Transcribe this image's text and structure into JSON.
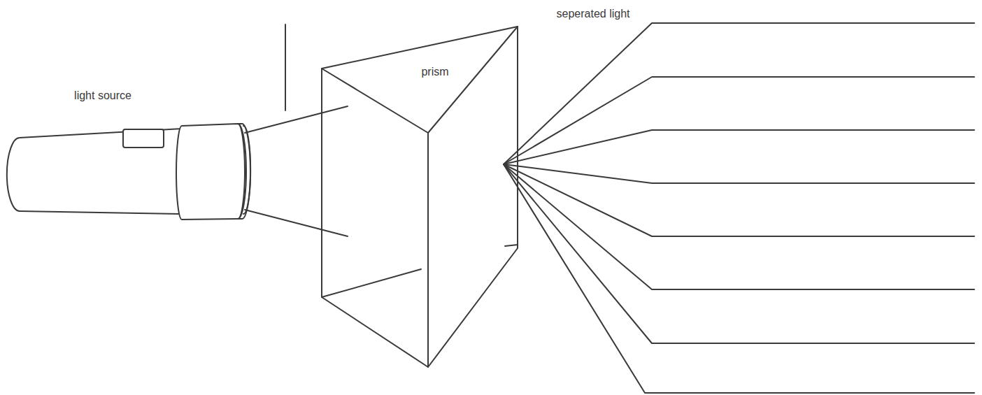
{
  "diagram": {
    "labels": [
      "light source",
      "prism",
      "seperated light"
    ]
  }
}
